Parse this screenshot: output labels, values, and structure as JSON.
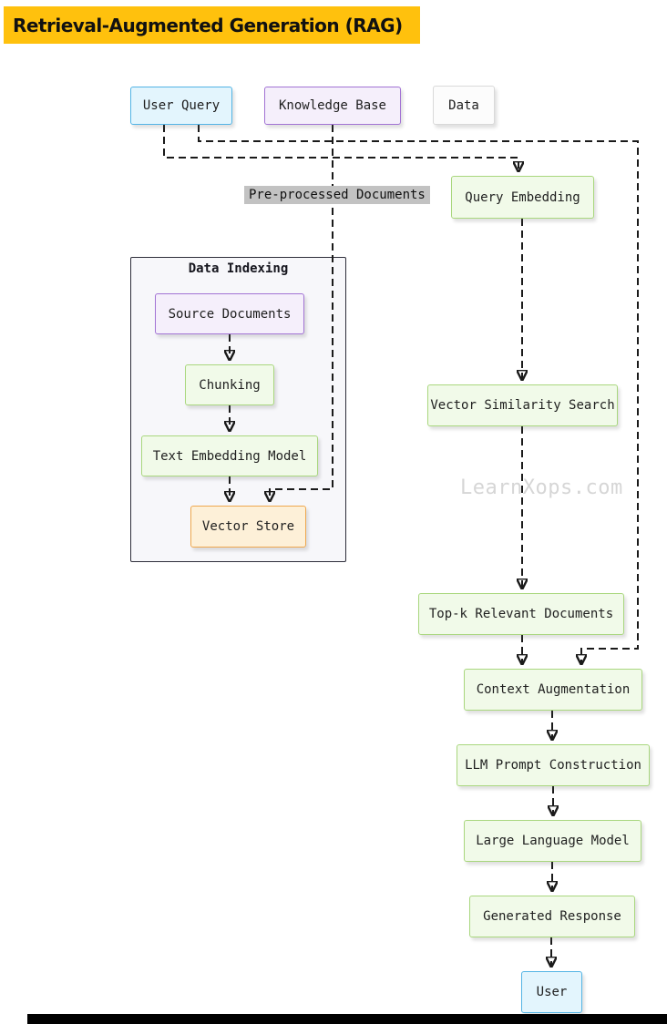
{
  "title": "Retrieval-Augmented Generation (RAG)",
  "watermark": "LearnXops.com",
  "nodes": {
    "user_query": {
      "label": "User Query"
    },
    "knowledge_base": {
      "label": "Knowledge Base"
    },
    "data": {
      "label": "Data"
    },
    "query_embedding": {
      "label": "Query Embedding"
    },
    "data_indexing": {
      "label": "Data Indexing"
    },
    "source_documents": {
      "label": "Source Documents"
    },
    "chunking": {
      "label": "Chunking"
    },
    "text_embedding_model": {
      "label": "Text Embedding Model"
    },
    "vector_store": {
      "label": "Vector Store"
    },
    "vector_similarity_search": {
      "label": "Vector Similarity Search"
    },
    "top_k_relevant_documents": {
      "label": "Top-k Relevant Documents"
    },
    "context_augmentation": {
      "label": "Context Augmentation"
    },
    "llm_prompt_construction": {
      "label": "LLM Prompt Construction"
    },
    "large_language_model": {
      "label": "Large Language Model"
    },
    "generated_response": {
      "label": "Generated Response"
    },
    "user": {
      "label": "User"
    }
  },
  "edge_labels": {
    "pre_processed_documents": "Pre-processed Documents"
  },
  "edges": [
    {
      "from": "User Query",
      "to": "Query Embedding",
      "style": "dashed"
    },
    {
      "from": "User Query",
      "to": "Context Augmentation",
      "style": "dashed"
    },
    {
      "from": "Knowledge Base",
      "to": "Vector Store",
      "label": "Pre-processed Documents",
      "style": "dashed"
    },
    {
      "from": "Query Embedding",
      "to": "Vector Similarity Search",
      "style": "dashed"
    },
    {
      "from": "Vector Similarity Search",
      "to": "Top-k Relevant Documents",
      "style": "dashed"
    },
    {
      "from": "Top-k Relevant Documents",
      "to": "Context Augmentation",
      "style": "dashed"
    },
    {
      "from": "Context Augmentation",
      "to": "LLM Prompt Construction",
      "style": "dashed"
    },
    {
      "from": "LLM Prompt Construction",
      "to": "Large Language Model",
      "style": "dashed"
    },
    {
      "from": "Large Language Model",
      "to": "Generated Response",
      "style": "dashed"
    },
    {
      "from": "Generated Response",
      "to": "User",
      "style": "dashed"
    },
    {
      "from": "Source Documents",
      "to": "Chunking",
      "style": "dashed"
    },
    {
      "from": "Chunking",
      "to": "Text Embedding Model",
      "style": "dashed"
    },
    {
      "from": "Text Embedding Model",
      "to": "Vector Store",
      "style": "dashed"
    }
  ],
  "colors": {
    "title_background": "#ffc10d",
    "blue_fill": "#e3f5fd",
    "blue_border": "#53b4e5",
    "purple_fill": "#f5effb",
    "purple_border": "#a273d4",
    "green_fill": "#f1fae9",
    "green_border": "#a9d77e",
    "orange_fill": "#fdf0d8",
    "orange_border": "#efa84e",
    "plain_fill": "#fcfcfc",
    "plain_border": "#d9d9d9",
    "subgraph_fill": "#f7f7fa",
    "subgraph_border": "#2e2e3a",
    "edge_color": "#1a1a1a",
    "edge_label_background": "#c2c2c2",
    "watermark_color": "#d6d6d6"
  }
}
